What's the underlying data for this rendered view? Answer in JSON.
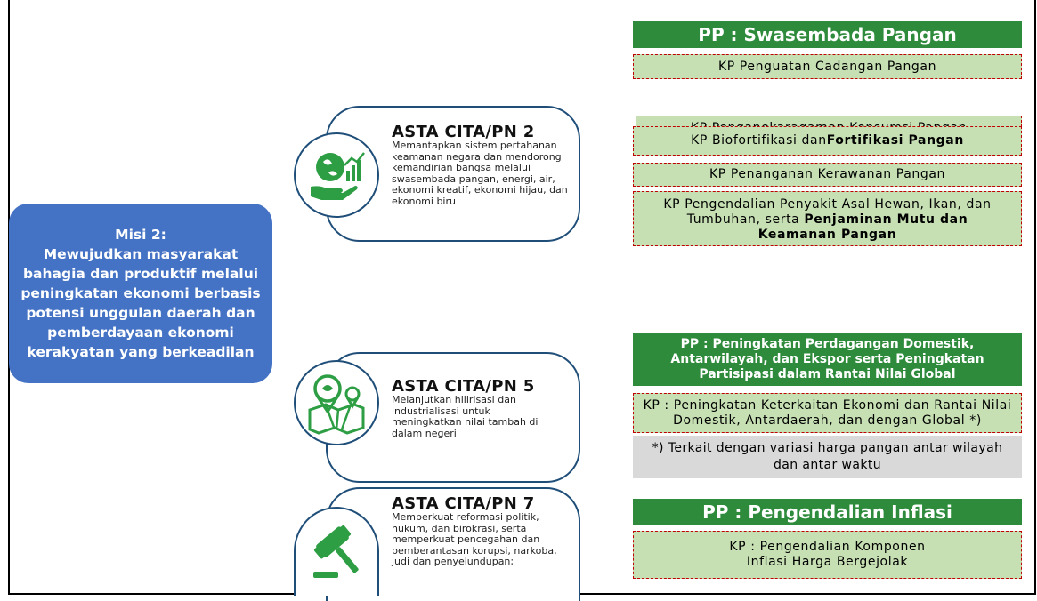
{
  "misi": {
    "title": "Misi 2:",
    "body": "Mewujudkan masyarakat bahagia dan produktif melalui peningkatan ekonomi berbasis potensi unggulan daerah dan pemberdayaan ekonomi kerakyatan yang berkeadilan"
  },
  "asta": [
    {
      "title": "ASTA CITA/PN 2",
      "desc": "Memantapkan sistem pertahanan keamanan negara dan mendorong kemandirian bangsa melalui swasembada pangan, energi, air, ekonomi kreatif, ekonomi hijau, dan ekonomi biru",
      "icon": "plant-hand-icon"
    },
    {
      "title": "ASTA CITA/PN 5",
      "desc": "Melanjutkan hilirisasi dan industrialisasi untuk meningkatkan nilai tambah di dalam negeri",
      "icon": "map-pin-icon"
    },
    {
      "title": "ASTA CITA/PN 7",
      "desc": "Memperkuat reformasi politik, hukum, dan birokrasi, serta memperkuat pencegahan dan pemberantasan korupsi, narkoba, judi dan penyelundupan;",
      "icon": "gavel-icon"
    }
  ],
  "pp1": {
    "title": "PP : Swasembada Pangan",
    "kp": [
      {
        "text": "KP Penguatan Cadangan Pangan"
      },
      {
        "text": "KP Penganekaragaman Konsumsi Pangan"
      },
      {
        "text": "KP Biofortifikasi dan",
        "bold": "Fortifikasi Pangan"
      },
      {
        "text": "KP Penanganan Kerawanan Pangan"
      },
      {
        "text": "KP Pengendalian Penyakit Asal Hewan, Ikan, dan Tumbuhan, serta",
        "bold": "Penjaminan Mutu dan Keamanan Pangan"
      }
    ]
  },
  "pp2": {
    "title": "PP : Peningkatan Perdagangan Domestik, Antarwilayah, dan Ekspor serta Peningkatan Partisipasi dalam Rantai Nilai Global",
    "kp": "KP : Peningkatan Keterkaitan Ekonomi dan Rantai Nilai Domestik, Antardaerah, dan dengan Global *)",
    "note": "*) Terkait dengan variasi harga pangan antar wilayah dan antar waktu"
  },
  "pp3": {
    "title": "PP : Pengendalian Inflasi",
    "kp": "KP : Pengendalian Komponen Inflasi Harga Bergejolak"
  },
  "colors": {
    "misi_bg": "#4472C4",
    "pp_bg": "#2E8B3C",
    "kp_bg": "#C6E0B4",
    "kp_border": "#C00000",
    "note_bg": "#D9D9D9",
    "icon_green": "#2E9E44",
    "outline": "#1F4E79"
  }
}
